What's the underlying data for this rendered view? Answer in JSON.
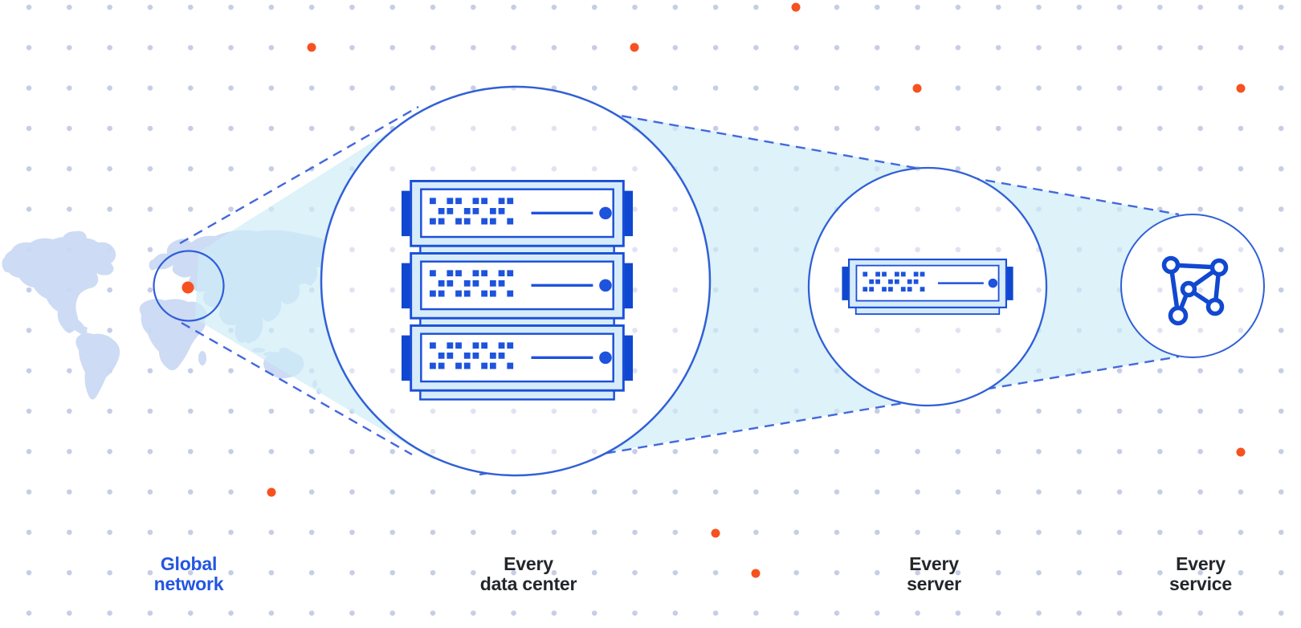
{
  "figure": {
    "type": "zoom-progression-diagram",
    "stages": [
      {
        "key": "global-network",
        "line1": "Global",
        "line2": "network",
        "highlighted": true
      },
      {
        "key": "every-data-center",
        "line1": "Every",
        "line2": "data center",
        "highlighted": false
      },
      {
        "key": "every-server",
        "line1": "Every",
        "line2": "server",
        "highlighted": false
      },
      {
        "key": "every-service",
        "line1": "Every",
        "line2": "service",
        "highlighted": false
      }
    ],
    "datacenter_server_count": 3,
    "icons": [
      "world-map-icon",
      "location-marker-icon",
      "server-rack-icon",
      "server-icon",
      "network-graph-icon"
    ],
    "colors": {
      "primary_blue": "#1b4fd7",
      "stroke_blue": "#3060d6",
      "accent_orange": "#f6511f",
      "beam_cyan": "#cdecf6",
      "map_blue": "#cbdaf4",
      "grid_dot": "#c6cde5",
      "label_dark": "#23262b",
      "label_blue": "#2356e0"
    }
  }
}
